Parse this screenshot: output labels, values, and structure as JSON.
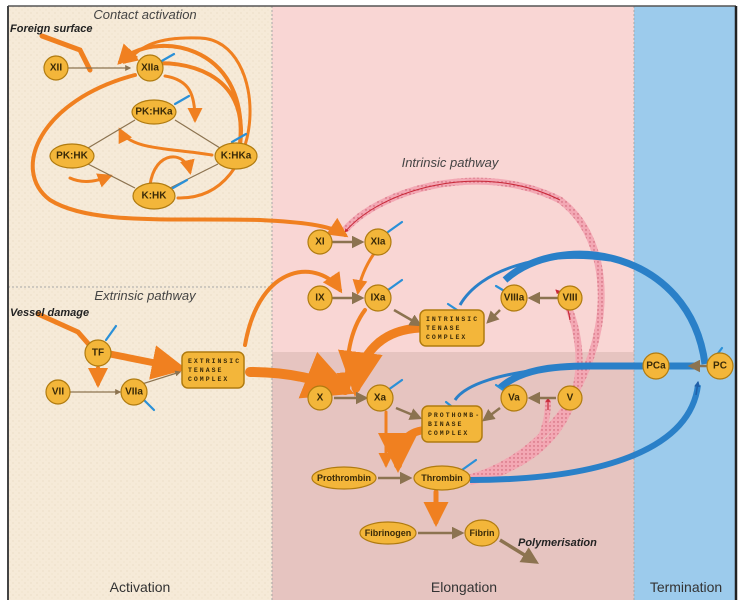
{
  "colors": {
    "activation_bg": "#f6ead8",
    "intrinsic_bg": "#f9d6d4",
    "common_bg": "#e6c4c0",
    "termination_bg": "#9ccbec",
    "node_fill": "#f3b63a",
    "node_stroke": "#b07b10",
    "activation_arrow": "#f08020",
    "conversion_arrow": "#8c7350",
    "inhibition_arrow": "#2a80c8",
    "thrombin_feedback": "#e88a98"
  },
  "sections": {
    "activation": "Activation",
    "elongation": "Elongation",
    "termination": "Termination"
  },
  "pathway_labels": {
    "contact": "Contact activation",
    "extrinsic": "Extrinsic pathway",
    "intrinsic": "Intrinsic pathway"
  },
  "triggers": {
    "foreign_surface": "Foreign surface",
    "vessel_damage": "Vessel damage",
    "polymerisation": "Polymerisation"
  },
  "nodes": {
    "xii": "XII",
    "xiia": "XIIa",
    "pk_hka": "PK:HKa",
    "pk_hk": "PK:HK",
    "k_hka": "K:HKa",
    "k_hk": "K:HK",
    "tf": "TF",
    "vii": "VII",
    "viia": "VIIa",
    "xi": "XI",
    "xia": "XIa",
    "ix": "IX",
    "ixa": "IXa",
    "viiia": "VIIIa",
    "viii": "VIII",
    "x": "X",
    "xa": "Xa",
    "va": "Va",
    "v": "V",
    "pca": "PCa",
    "pc": "PC",
    "prothrombin": "Prothrombin",
    "thrombin": "Thrombin",
    "fibrinogen": "Fibrinogen",
    "fibrin": "Fibrin"
  },
  "complexes": {
    "extrinsic_tenase": [
      "EXTRINSIC",
      "TENASE",
      "COMPLEX"
    ],
    "intrinsic_tenase": [
      "INTRINSIC",
      "TENASE",
      "COMPLEX"
    ],
    "prothrombinase": [
      "PROTHOMB-",
      "BINASE",
      "COMPLEX"
    ]
  }
}
